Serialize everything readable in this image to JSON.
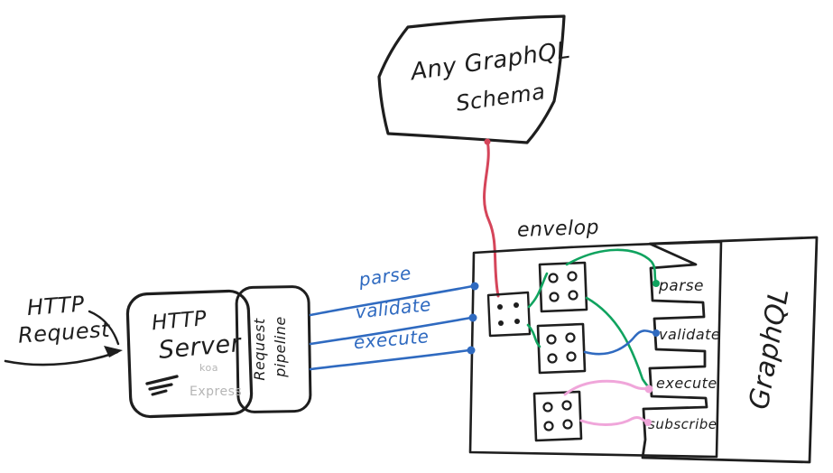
{
  "colors": {
    "ink": "#1e1e1e",
    "blue": "#2f6ac0",
    "red": "#d5455a",
    "green": "#10a35f",
    "pink": "#f0a6da",
    "gray": "#b5b5b5"
  },
  "schema": {
    "line1": "Any GraphQL",
    "line2": "Schema"
  },
  "envelop": {
    "label": "envelop"
  },
  "graphql": {
    "label": "GraphQL",
    "hooks": [
      {
        "label": "parse"
      },
      {
        "label": "validate"
      },
      {
        "label": "execute"
      },
      {
        "label": "subscribe"
      }
    ]
  },
  "server": {
    "title_line1": "HTTP",
    "title_line2": "Server",
    "koa": "koa",
    "express": "Express"
  },
  "pipeline_box": {
    "line1": "Request",
    "line2": "pipeline"
  },
  "request": {
    "line1": "HTTP",
    "line2": "Request"
  },
  "pipeline_lines": [
    {
      "label": "parse"
    },
    {
      "label": "validate"
    },
    {
      "label": "execute"
    }
  ]
}
